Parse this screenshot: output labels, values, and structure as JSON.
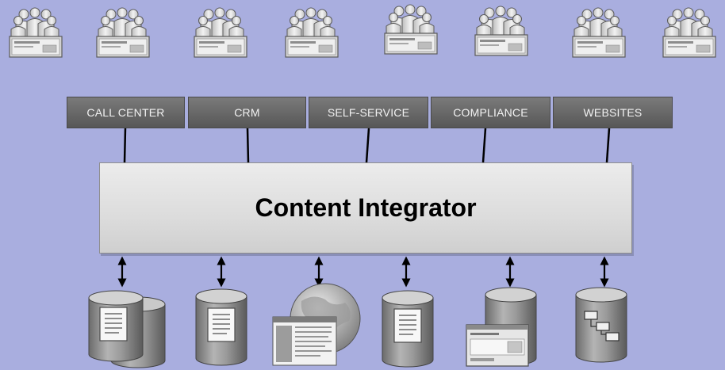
{
  "labels": [
    "CALL CENTER",
    "CRM",
    "SELF-SERVICE",
    "COMPLIANCE",
    "WEBSITES"
  ],
  "center_label": "Content Integrator",
  "user_group_count": 8,
  "colors": {
    "background": "#a9aedf",
    "label_box": "#666666",
    "integrator": "#dcdcdc",
    "connector": "#000000"
  },
  "sources": [
    {
      "name": "document-database-stack-icon"
    },
    {
      "name": "document-database-icon"
    },
    {
      "name": "web-globe-icon"
    },
    {
      "name": "document-database-icon"
    },
    {
      "name": "application-database-icon"
    },
    {
      "name": "workflow-database-icon"
    }
  ]
}
